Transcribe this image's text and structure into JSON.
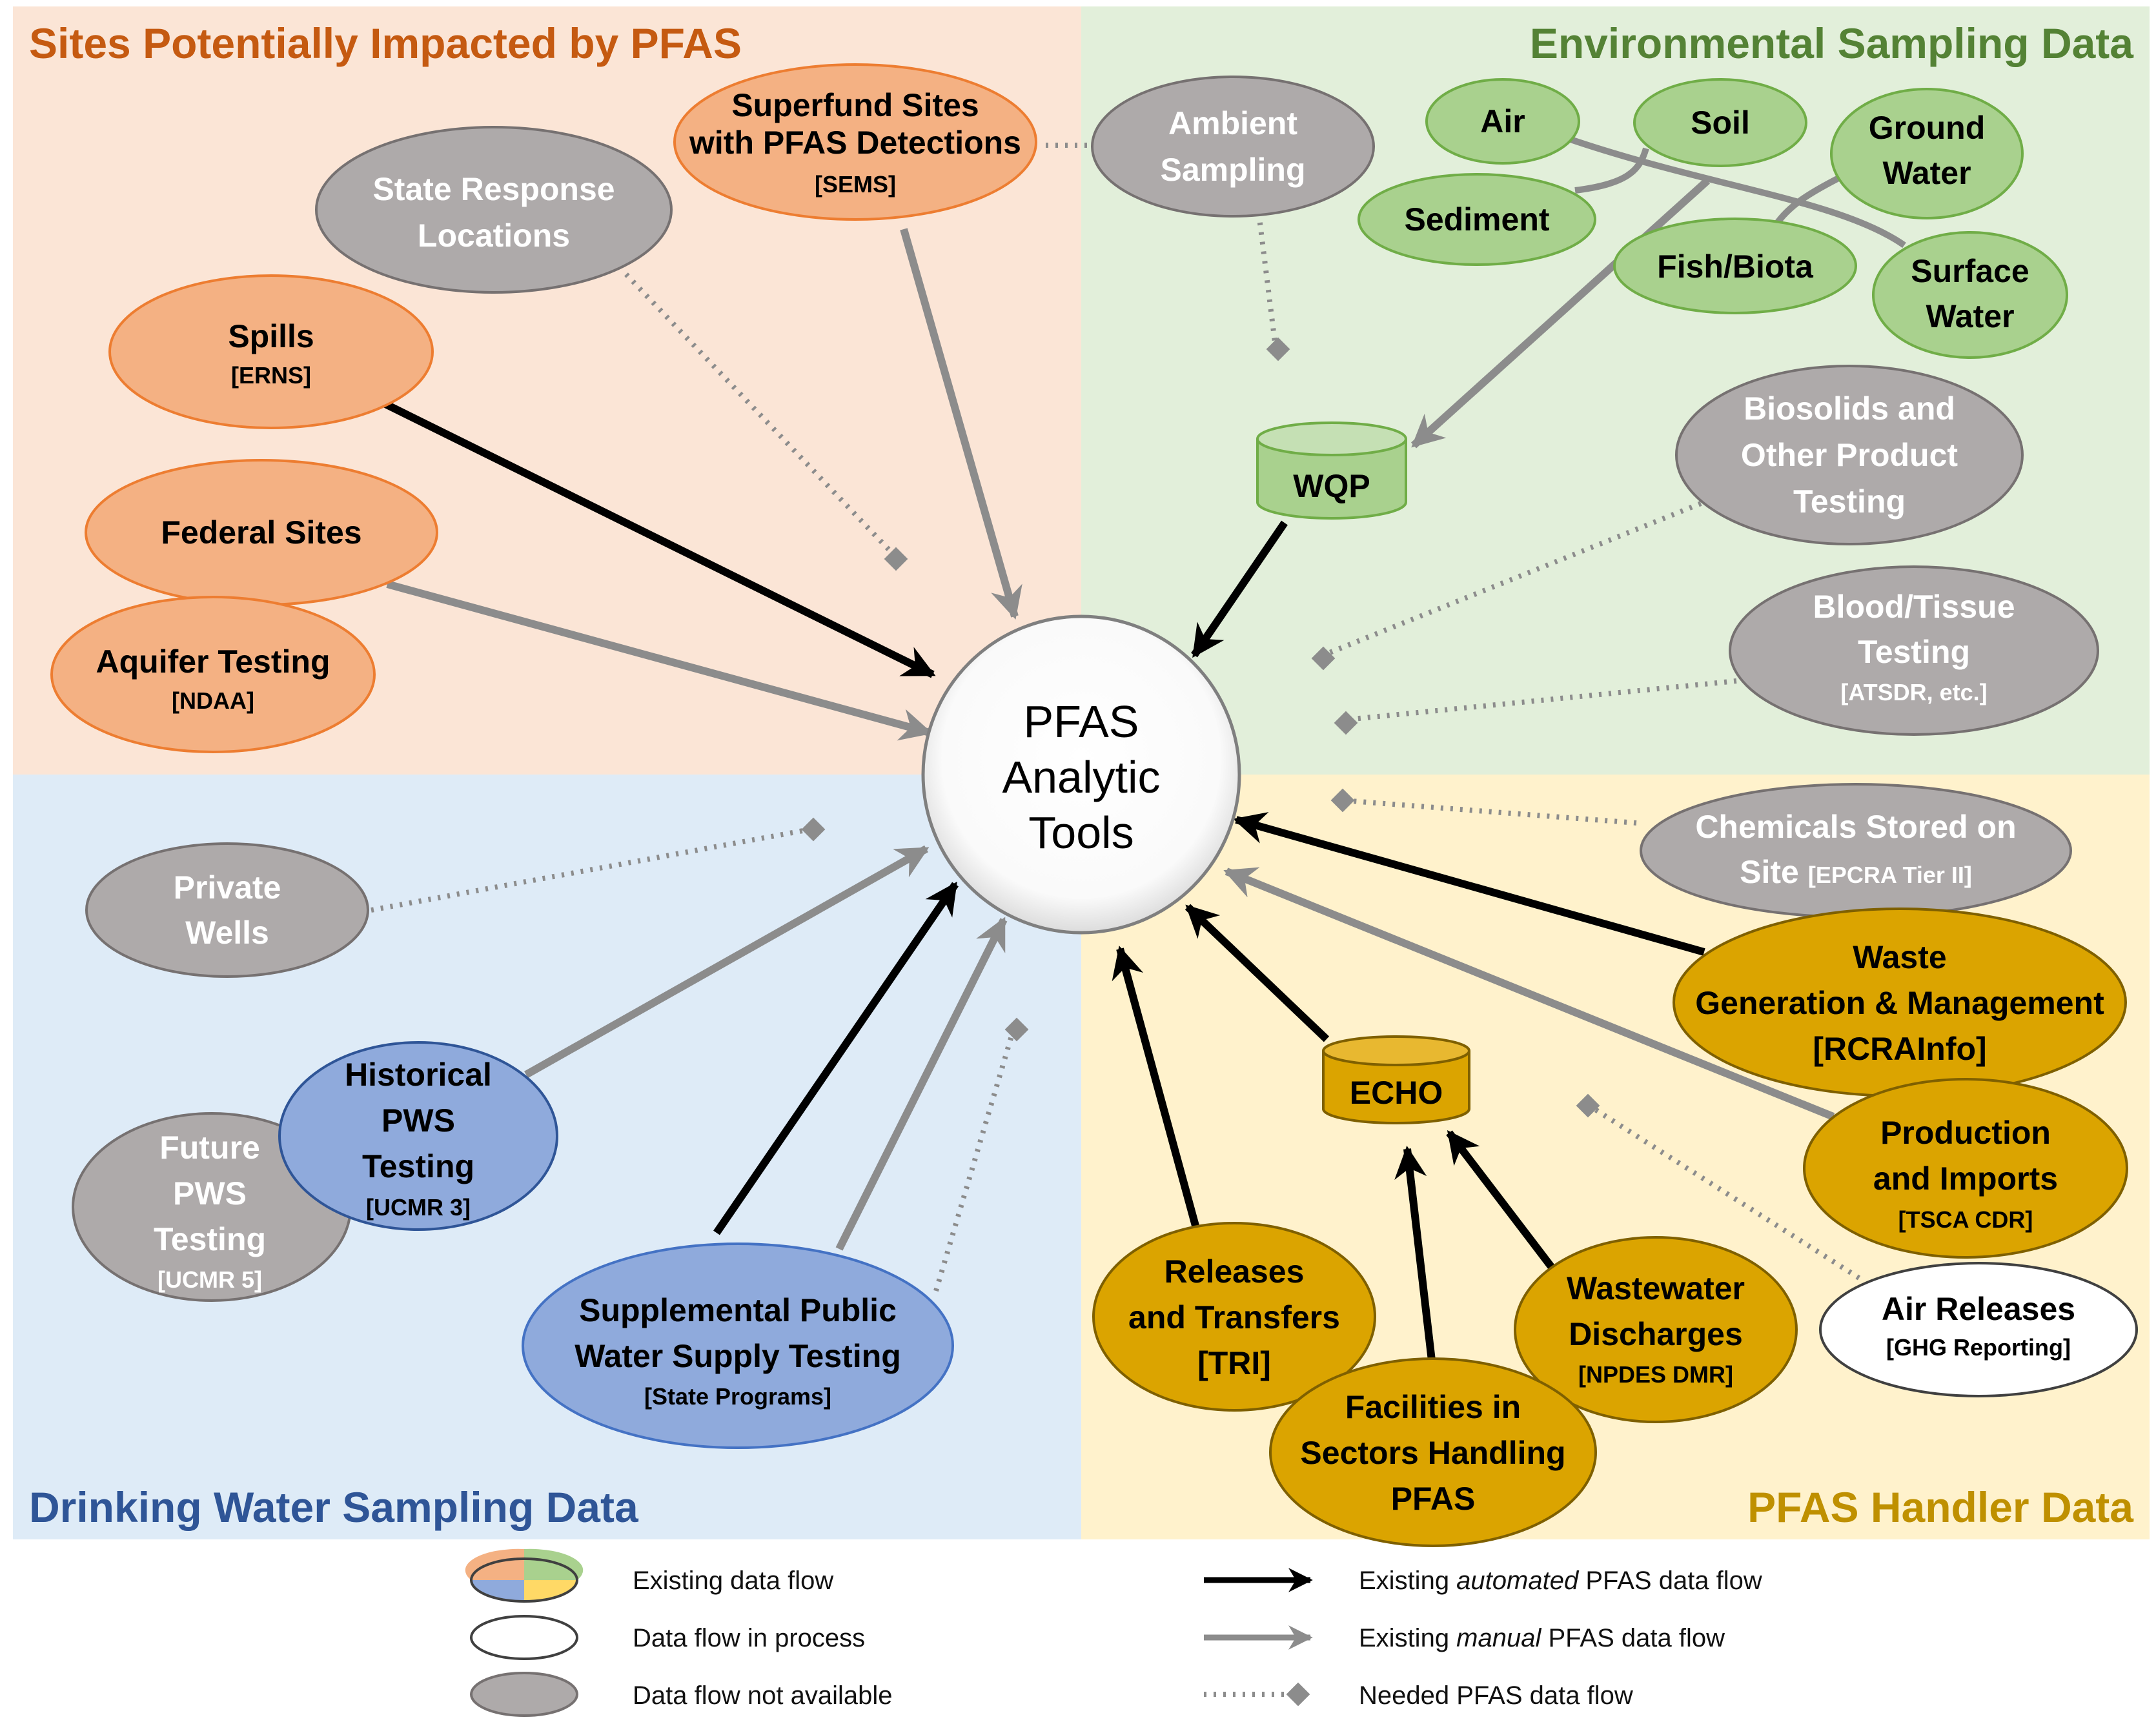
{
  "quadrants": {
    "sites": {
      "title": "Sites Potentially Impacted by PFAS"
    },
    "environmental": {
      "title": "Environmental Sampling Data"
    },
    "drinking_water": {
      "title": "Drinking Water Sampling Data"
    },
    "handler": {
      "title": "PFAS Handler Data"
    }
  },
  "colors": {
    "sites_bg": "#fbe5d6",
    "environmental_bg": "#e2efda",
    "drinking_bg": "#deebf7",
    "handler_bg": "#fff2cc",
    "sites_title": "#c55a11",
    "environmental_title": "#548235",
    "drinking_title": "#2f5597",
    "handler_title": "#bf9000",
    "orange_node": "#f4b183",
    "green_node": "#a9d18e",
    "blue_node": "#8faadc",
    "gold_node": "#dba400",
    "gray_node": "#aeaaaa"
  },
  "center": {
    "lines": [
      "PFAS",
      "Analytic",
      "Tools"
    ]
  },
  "nodes": {
    "superfund": {
      "lines": [
        "Superfund Sites",
        "with PFAS Detections"
      ],
      "sub": "[SEMS]"
    },
    "state_response": {
      "lines": [
        "State Response",
        "Locations"
      ]
    },
    "spills": {
      "lines": [
        "Spills"
      ],
      "sub": "[ERNS]"
    },
    "federal_sites": {
      "lines": [
        "Federal Sites"
      ]
    },
    "aquifer_testing": {
      "lines": [
        "Aquifer Testing"
      ],
      "sub": "[NDAA]"
    },
    "ambient_sampling": {
      "lines": [
        "Ambient",
        "Sampling"
      ]
    },
    "air": {
      "lines": [
        "Air"
      ]
    },
    "soil": {
      "lines": [
        "Soil"
      ]
    },
    "ground_water": {
      "lines": [
        "Ground",
        "Water"
      ]
    },
    "sediment": {
      "lines": [
        "Sediment"
      ]
    },
    "fish_biota": {
      "lines": [
        "Fish/Biota"
      ]
    },
    "surface_water": {
      "lines": [
        "Surface",
        "Water"
      ]
    },
    "wqp": {
      "lines": [
        "WQP"
      ]
    },
    "biosolids": {
      "lines": [
        "Biosolids and",
        "Other Product",
        "Testing"
      ]
    },
    "blood_tissue": {
      "lines": [
        "Blood/Tissue",
        "Testing"
      ],
      "sub": "[ATSDR, etc.]"
    },
    "private_wells": {
      "lines": [
        "Private",
        "Wells"
      ]
    },
    "future_pws": {
      "lines": [
        "Future",
        "PWS",
        "Testing"
      ],
      "sub": "[UCMR 5]"
    },
    "historical_pws": {
      "lines": [
        "Historical",
        "PWS",
        "Testing"
      ],
      "sub": "[UCMR 3]"
    },
    "supplemental": {
      "lines": [
        "Supplemental Public",
        "Water Supply Testing"
      ],
      "sub": "[State Programs]"
    },
    "chemicals_stored": {
      "line1": "Chemicals Stored on",
      "line2_main": "Site",
      "line2_sub": "[EPCRA Tier II]"
    },
    "waste": {
      "lines": [
        "Waste",
        "Generation & Management",
        "[RCRAInfo]"
      ]
    },
    "echo": {
      "lines": [
        "ECHO"
      ]
    },
    "production": {
      "lines": [
        "Production",
        "and Imports"
      ],
      "sub": "[TSCA CDR]"
    },
    "releases": {
      "lines": [
        "Releases",
        "and Transfers",
        "[TRI]"
      ]
    },
    "wastewater": {
      "lines": [
        "Wastewater",
        "Discharges"
      ],
      "sub": "[NPDES DMR]"
    },
    "facilities": {
      "lines": [
        "Facilities in",
        "Sectors Handling",
        "PFAS"
      ]
    },
    "air_releases": {
      "lines": [
        "Air Releases"
      ],
      "sub": "[GHG Reporting]"
    }
  },
  "legend": {
    "existing": "Existing data flow",
    "in_process": "Data flow in process",
    "not_available": "Data flow not available",
    "automated_prefix": "Existing ",
    "automated_em": "automated",
    "automated_suffix": " PFAS data flow",
    "manual_prefix": "Existing ",
    "manual_em": "manual",
    "manual_suffix": " PFAS data flow",
    "needed": "Needed PFAS data flow"
  }
}
